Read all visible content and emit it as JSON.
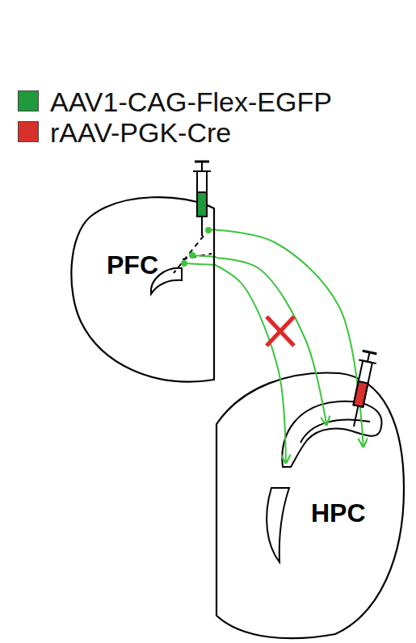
{
  "diagram": {
    "nodes": [
      {
        "text": [
          "PFC"
        ]
      },
      {
        "text": [
          "HPC"
        ]
      }
    ],
    "edges": [
      {
        "from": 0,
        "to": 1,
        "arrow": "to"
      },
      {
        "from": 0,
        "to": 1,
        "arrow": "to"
      },
      {
        "from": 0,
        "to": 1,
        "arrow": "to"
      }
    ],
    "legend": [
      {
        "text": "AAV1-CAG-Flex-EGFP",
        "color": "#1f9a3c"
      },
      {
        "text": "rAAV-PGK-Cre",
        "color": "#d9302c"
      }
    ]
  }
}
